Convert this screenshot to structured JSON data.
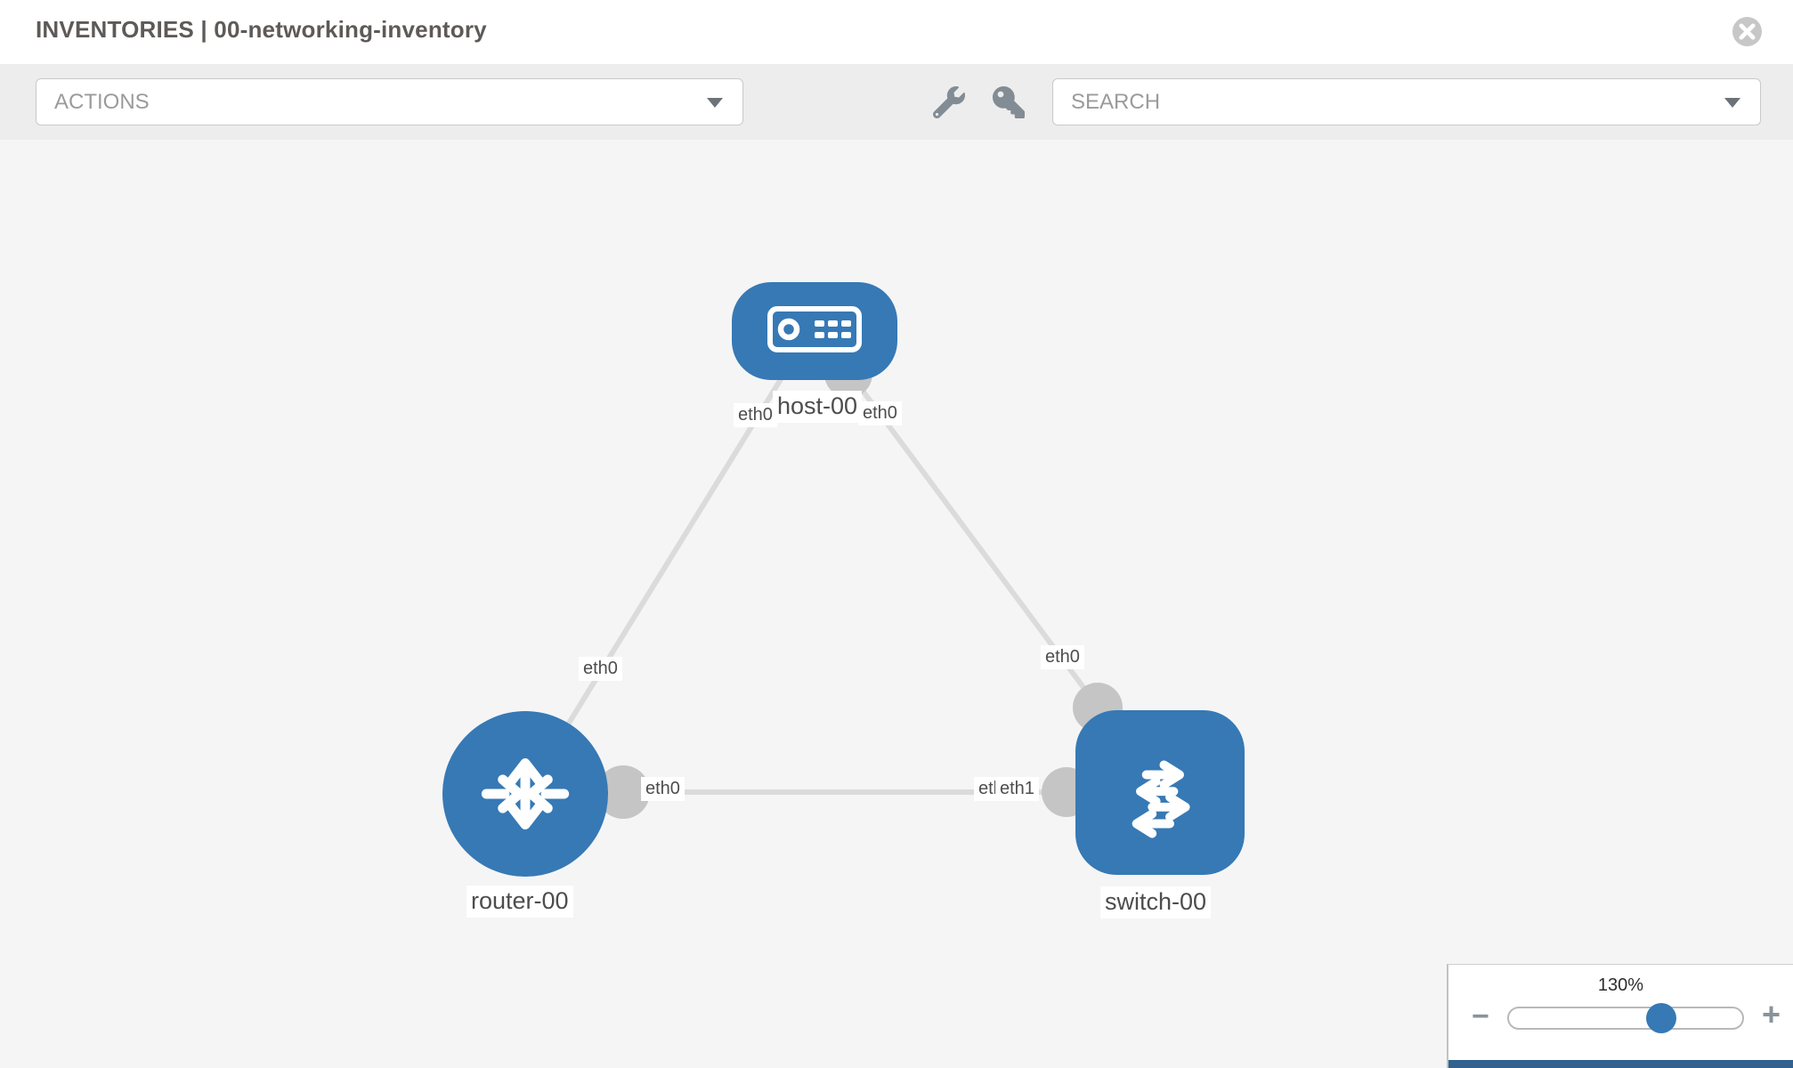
{
  "header": {
    "title": "INVENTORIES | 00-networking-inventory",
    "close_icon": "circle-x"
  },
  "toolbar": {
    "actions_dropdown": {
      "label": "ACTIONS",
      "expanded": false
    },
    "search_dropdown": {
      "label": "SEARCH",
      "expanded": false
    },
    "icons": [
      "wrench",
      "key"
    ]
  },
  "topology": {
    "nodes": [
      {
        "id": "host-00",
        "type": "host",
        "label": "host-00",
        "icon": "server-icon"
      },
      {
        "id": "router-00",
        "type": "router",
        "label": "router-00",
        "icon": "router-arrows-icon"
      },
      {
        "id": "switch-00",
        "type": "switch",
        "label": "switch-00",
        "icon": "switch-arrows-icon"
      }
    ],
    "links": [
      {
        "from": "router-00",
        "from_if": "eth0",
        "to": "host-00",
        "to_if": "eth0"
      },
      {
        "from": "host-00",
        "from_if": "eth0",
        "to": "switch-00",
        "to_if": "eth0"
      },
      {
        "from": "router-00",
        "from_if": "eth0",
        "to": "switch-00",
        "to_if": "eth1"
      }
    ],
    "overlapped_label_back": "eth0"
  },
  "zoom_control": {
    "level_label": "130%",
    "minus_label": "−",
    "plus_label": "+",
    "thumb_position_pct": 64
  },
  "colors": {
    "node_blue": "#3679b5",
    "port_gray": "#c5c5c5",
    "link_gray": "#dbdbdb",
    "canvas_bg": "#f5f5f5",
    "toolbar_bg": "#ededed",
    "slider_thumb_blue": "#3679b5",
    "panel_strip_blue": "#31618e"
  }
}
